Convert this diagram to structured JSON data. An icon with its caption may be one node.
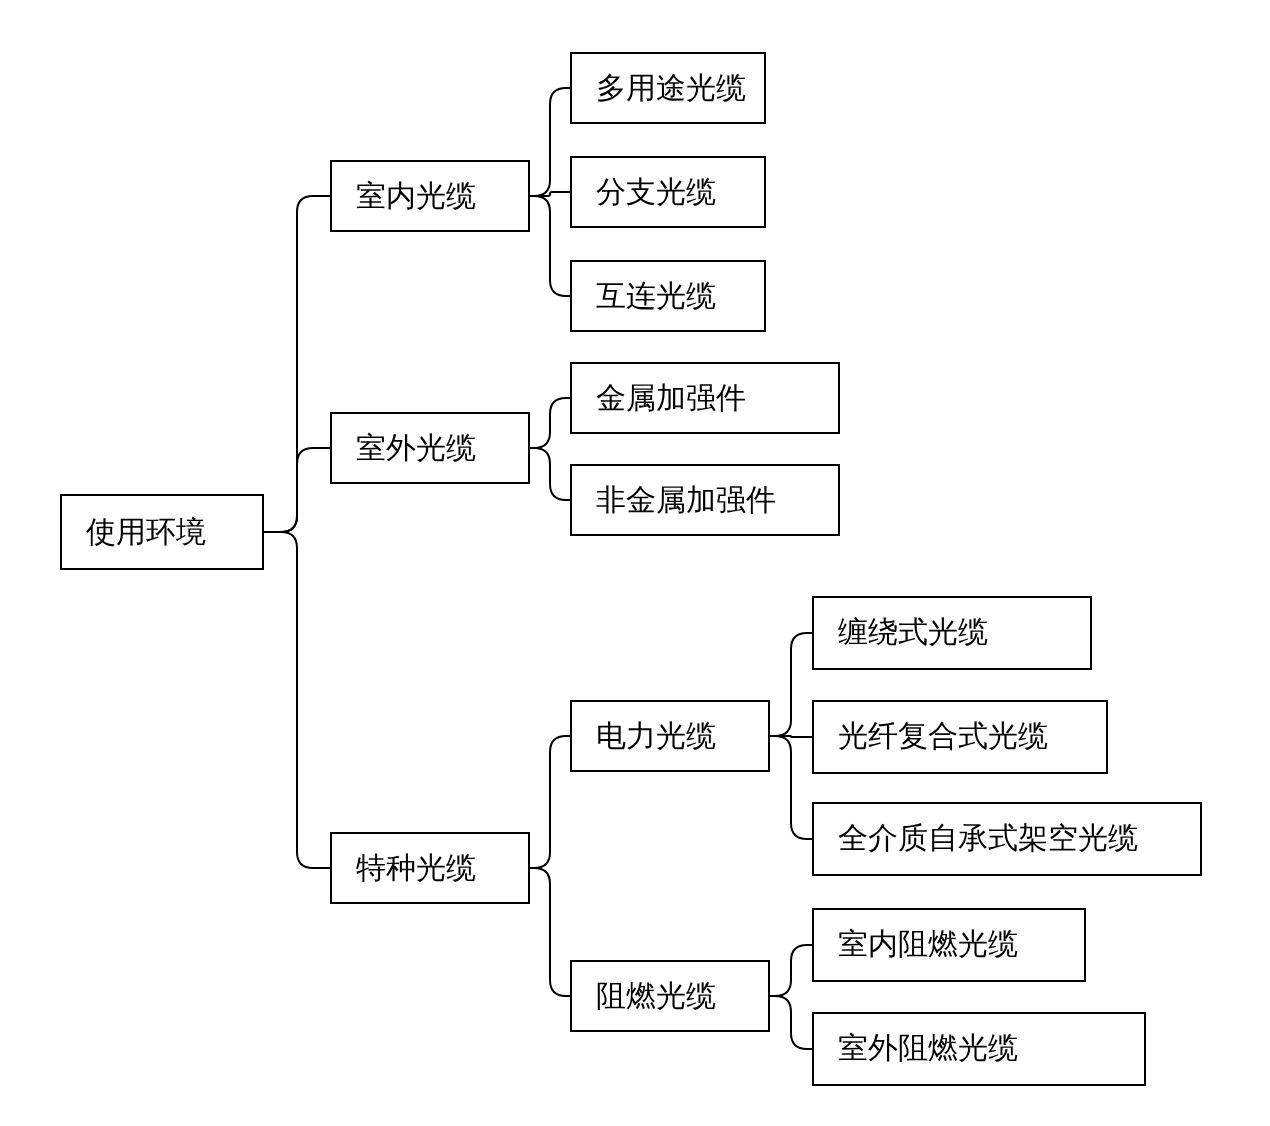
{
  "diagram": {
    "nodes": [
      {
        "text": [
          "使用环境"
        ]
      },
      {
        "text": [
          "室内光缆"
        ]
      },
      {
        "text": [
          "多用途光缆"
        ]
      },
      {
        "text": [
          "分支光缆"
        ]
      },
      {
        "text": [
          "互连光缆"
        ]
      },
      {
        "text": [
          "室外光缆"
        ]
      },
      {
        "text": [
          "金属加强件"
        ]
      },
      {
        "text": [
          "非金属加强件"
        ]
      },
      {
        "text": [
          "特种光缆"
        ]
      },
      {
        "text": [
          "电力光缆"
        ]
      },
      {
        "text": [
          "缠绕式光缆"
        ]
      },
      {
        "text": [
          "光纤复合式光缆"
        ]
      },
      {
        "text": [
          "全介质自承式架空光缆"
        ]
      },
      {
        "text": [
          "阻燃光缆"
        ]
      },
      {
        "text": [
          "室内阻燃光缆"
        ]
      },
      {
        "text": [
          "室外阻燃光缆"
        ]
      }
    ],
    "edges": [
      {
        "from": 0,
        "to": 1,
        "arrow": "none"
      },
      {
        "from": 0,
        "to": 5,
        "arrow": "none"
      },
      {
        "from": 0,
        "to": 8,
        "arrow": "none"
      },
      {
        "from": 1,
        "to": 2,
        "arrow": "none"
      },
      {
        "from": 1,
        "to": 3,
        "arrow": "none"
      },
      {
        "from": 1,
        "to": 4,
        "arrow": "none"
      },
      {
        "from": 5,
        "to": 6,
        "arrow": "none"
      },
      {
        "from": 5,
        "to": 7,
        "arrow": "none"
      },
      {
        "from": 8,
        "to": 9,
        "arrow": "none"
      },
      {
        "from": 8,
        "to": 13,
        "arrow": "none"
      },
      {
        "from": 9,
        "to": 10,
        "arrow": "none"
      },
      {
        "from": 9,
        "to": 11,
        "arrow": "none"
      },
      {
        "from": 9,
        "to": 12,
        "arrow": "none"
      },
      {
        "from": 13,
        "to": 14,
        "arrow": "none"
      },
      {
        "from": 13,
        "to": 15,
        "arrow": "none"
      }
    ]
  }
}
